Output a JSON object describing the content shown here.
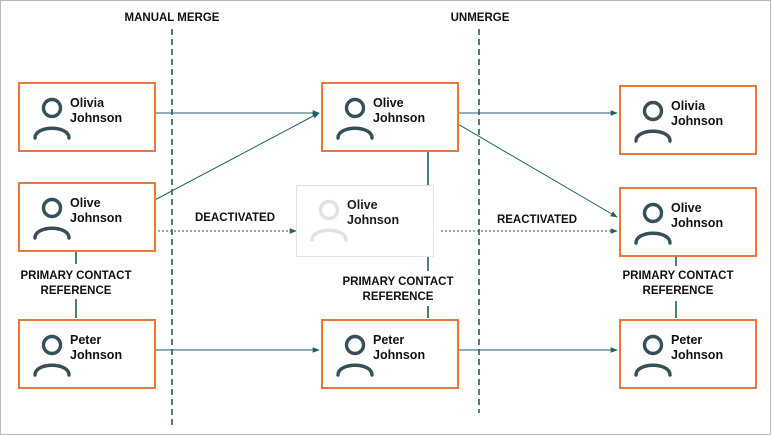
{
  "stages": {
    "manual_merge": "MANUAL MERGE",
    "unmerge": "UNMERGE"
  },
  "cards": {
    "left_olivia": {
      "first": "Olivia",
      "last": "Johnson"
    },
    "left_olive": {
      "first": "Olive",
      "last": "Johnson"
    },
    "left_peter": {
      "first": "Peter",
      "last": "Johnson"
    },
    "mid_olive": {
      "first": "Olive",
      "last": "Johnson"
    },
    "mid_olive_deactivated": {
      "first": "Olive",
      "last": "Johnson"
    },
    "mid_peter": {
      "first": "Peter",
      "last": "Johnson"
    },
    "right_olivia": {
      "first": "Olivia",
      "last": "Johnson"
    },
    "right_olive": {
      "first": "Olive",
      "last": "Johnson"
    },
    "right_peter": {
      "first": "Peter",
      "last": "Johnson"
    }
  },
  "labels": {
    "deactivated": "DEACTIVATED",
    "reactivated": "REACTIVATED",
    "primary_contact_line1": "PRIMARY CONTACT",
    "primary_contact_line2": "REFERENCE"
  },
  "colors": {
    "card_border": "#e8793a",
    "person_icon": "#36505a",
    "ghost_icon": "#dde2e5",
    "arrow": "#1f5f66",
    "divider": "#2b5a66"
  }
}
